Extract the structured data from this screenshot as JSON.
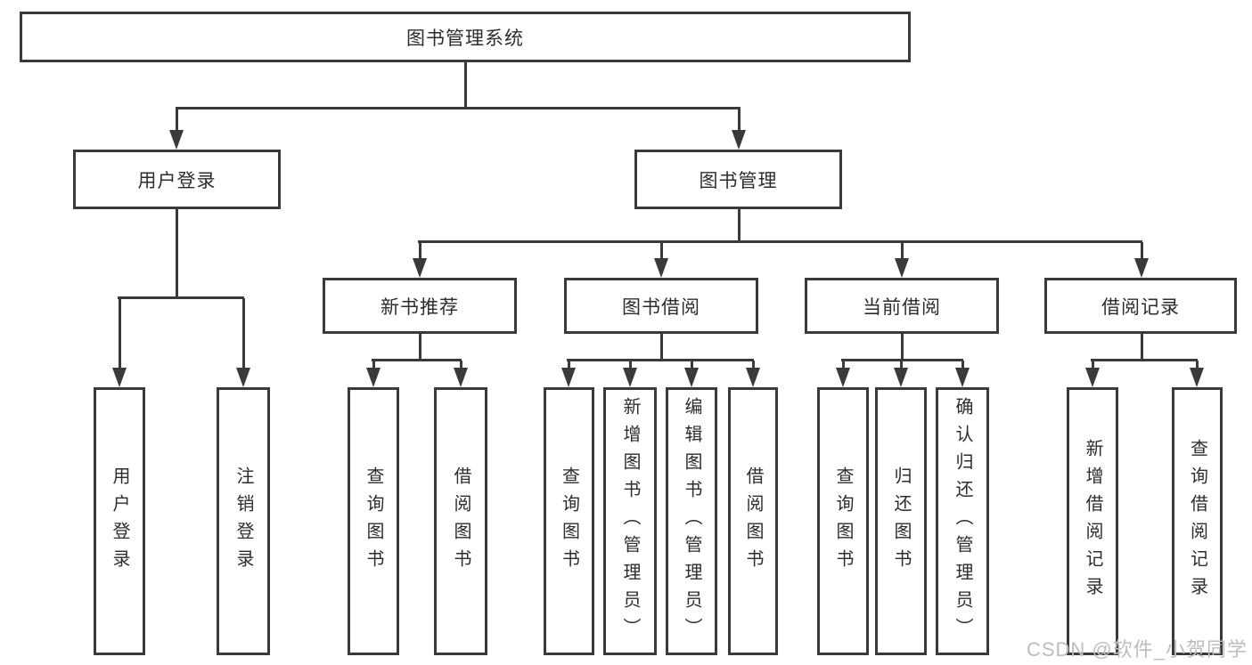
{
  "diagram": {
    "root": {
      "label": "图书管理系统"
    },
    "level2": [
      {
        "label": "用户登录"
      },
      {
        "label": "图书管理"
      }
    ],
    "level3": [
      {
        "label": "新书推荐"
      },
      {
        "label": "图书借阅"
      },
      {
        "label": "当前借阅"
      },
      {
        "label": "借阅记录"
      }
    ],
    "leaves": {
      "user_login": [
        {
          "label": "用户登录"
        },
        {
          "label": "注销登录"
        }
      ],
      "new_book": [
        {
          "label": "查询图书"
        },
        {
          "label": "借阅图书"
        }
      ],
      "book_borrow": [
        {
          "label": "查询图书"
        },
        {
          "label": "新增图书（管理员）"
        },
        {
          "label": "编辑图书（管理员）"
        },
        {
          "label": "借阅图书"
        }
      ],
      "current_borrow": [
        {
          "label": "查询图书"
        },
        {
          "label": "归还图书"
        },
        {
          "label": "确认归还（管理员）"
        }
      ],
      "borrow_records": [
        {
          "label": "新增借阅记录"
        },
        {
          "label": "查询借阅记录"
        }
      ]
    }
  },
  "watermark": {
    "text": "CSDN @软件_小贺同学"
  },
  "colors": {
    "line": "#3a3a3a",
    "text": "#2d2d2d",
    "watermark": "#bdbdbd",
    "background": "#ffffff"
  }
}
